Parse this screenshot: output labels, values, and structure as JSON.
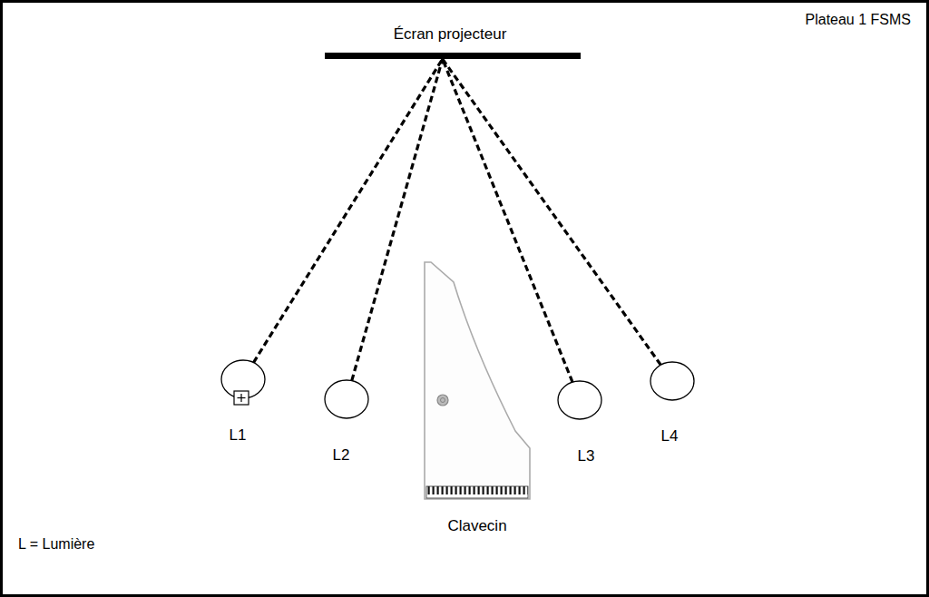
{
  "diagram": {
    "nodes": [
      {
        "text": [
          "Écran projecteur"
        ]
      },
      {
        "text": [
          "L1"
        ]
      },
      {
        "text": [
          "L2"
        ]
      },
      {
        "text": [
          "Clavecin"
        ]
      },
      {
        "text": [
          "L3"
        ]
      },
      {
        "text": [
          "L4"
        ]
      }
    ],
    "edges": [
      {
        "from": 1,
        "to": 0,
        "arrow": "none"
      },
      {
        "from": 2,
        "to": 0,
        "arrow": "none"
      },
      {
        "from": 4,
        "to": 0,
        "arrow": "none"
      },
      {
        "from": 5,
        "to": 0,
        "arrow": "none"
      }
    ],
    "labels": [
      "Plateau 1 FSMS",
      "L = Lumière"
    ]
  }
}
